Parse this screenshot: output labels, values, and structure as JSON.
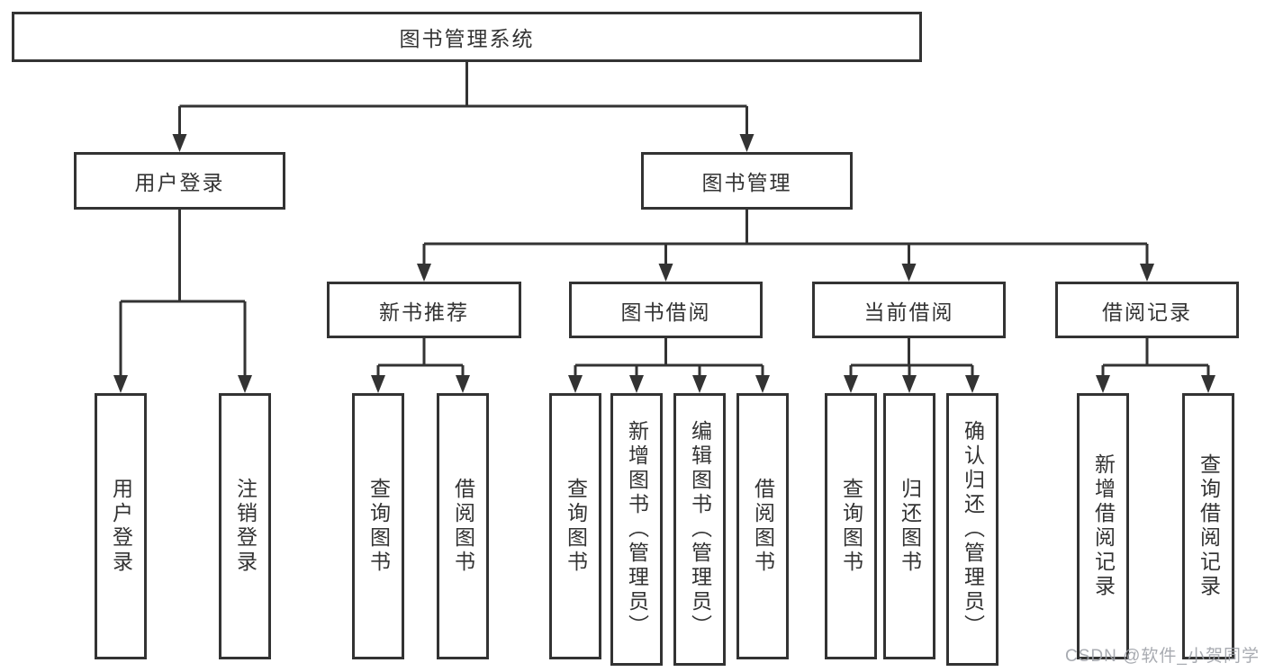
{
  "diagram": {
    "root": {
      "label": "图书管理系统"
    },
    "level2": [
      {
        "label": "用户登录",
        "children": [
          {
            "label": "用户登录"
          },
          {
            "label": "注销登录"
          }
        ]
      },
      {
        "label": "图书管理",
        "children": [
          {
            "label": "新书推荐",
            "children": [
              {
                "label": "查询图书"
              },
              {
                "label": "借阅图书"
              }
            ]
          },
          {
            "label": "图书借阅",
            "children": [
              {
                "label": "查询图书"
              },
              {
                "label": "新增图书（管理员）"
              },
              {
                "label": "编辑图书（管理员）"
              },
              {
                "label": "借阅图书"
              }
            ]
          },
          {
            "label": "当前借阅",
            "children": [
              {
                "label": "查询图书"
              },
              {
                "label": "归还图书"
              },
              {
                "label": "确认归还（管理员）"
              }
            ]
          },
          {
            "label": "借阅记录",
            "children": [
              {
                "label": "新增借阅记录"
              },
              {
                "label": "查询借阅记录"
              }
            ]
          }
        ]
      }
    ]
  },
  "watermark": {
    "text": "CSDN @软件_小贺同学"
  },
  "colors": {
    "line": "#333333",
    "text": "#333333",
    "box_background": "#ffffff",
    "watermark": "#9ea2a8"
  }
}
